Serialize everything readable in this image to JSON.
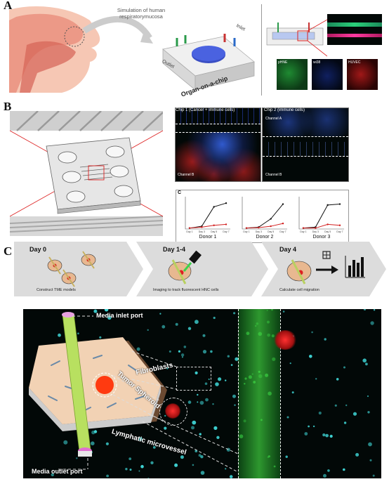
{
  "panels": {
    "a": {
      "label": "A",
      "sim_text": "Simulation of human\nrespiratorymucosa",
      "chip_label": "Organ-on-a-chip",
      "outlet": "Outlet",
      "inlet": "Inlet",
      "micro_labels": [
        "pHNE",
        "wi38",
        "HUVEC"
      ]
    },
    "b": {
      "label": "B",
      "chip1_title": "Chip 1 (Cancer + immune cells)",
      "chip2_title": "Chip 2 (immune cells)",
      "channel_a": "Channel A",
      "channel_b": "Channel B",
      "chart_letter": "C",
      "donors": [
        "Donor 1",
        "Donor 2",
        "Donor 3"
      ],
      "chart_data": [
        {
          "type": "line",
          "title": "Donor 1",
          "categories": [
            "Day 1",
            "Day 3",
            "Day 5",
            "Day 7"
          ],
          "series": [
            {
              "values": [
                0.1,
                0.3,
                2.4,
                2.8
              ]
            },
            {
              "values": [
                0.1,
                0.2,
                0.4,
                0.5
              ]
            }
          ],
          "ylim": [
            0,
            3.5
          ]
        },
        {
          "type": "line",
          "title": "Donor 2",
          "categories": [
            "Day 1",
            "Day 3",
            "Day 5",
            "Day 7"
          ],
          "series": [
            {
              "values": [
                0.1,
                0.2,
                1.1,
                2.7
              ]
            },
            {
              "values": [
                0.1,
                0.15,
                0.3,
                0.6
              ]
            }
          ],
          "ylim": [
            0,
            3.5
          ]
        },
        {
          "type": "line",
          "title": "Donor 3",
          "categories": [
            "Day 1",
            "Day 3",
            "Day 5",
            "Day 7"
          ],
          "series": [
            {
              "values": [
                0.1,
                0.2,
                2.6,
                2.7
              ]
            },
            {
              "values": [
                0.1,
                0.1,
                0.5,
                0.4
              ]
            }
          ],
          "ylim": [
            0,
            3.5
          ]
        }
      ],
      "series_colors": [
        "#111111",
        "#d22020"
      ]
    },
    "c": {
      "label": "C",
      "steps": [
        {
          "day": "Day 0",
          "caption": "Construct TME models"
        },
        {
          "day": "Day 1-4",
          "caption": "Imaging to track fluorescent HNC cells"
        },
        {
          "day": "Day 4",
          "caption": "Calculate cell migration"
        }
      ],
      "annotations": {
        "inlet": "Media inlet port",
        "fibroblasts": "Fibroblasts",
        "tumor": "Tumor Spheroid",
        "lymphatic": "Lymphatic microvessel",
        "outlet": "Media outlet port"
      }
    }
  },
  "colors": {
    "chevron": "#dcdcdc",
    "blue_fluor": "#3d6cff",
    "red_fluor": "#ff2a2a",
    "green_fluor": "#3cd24a",
    "cyan_fluor": "#3fd6d6"
  }
}
